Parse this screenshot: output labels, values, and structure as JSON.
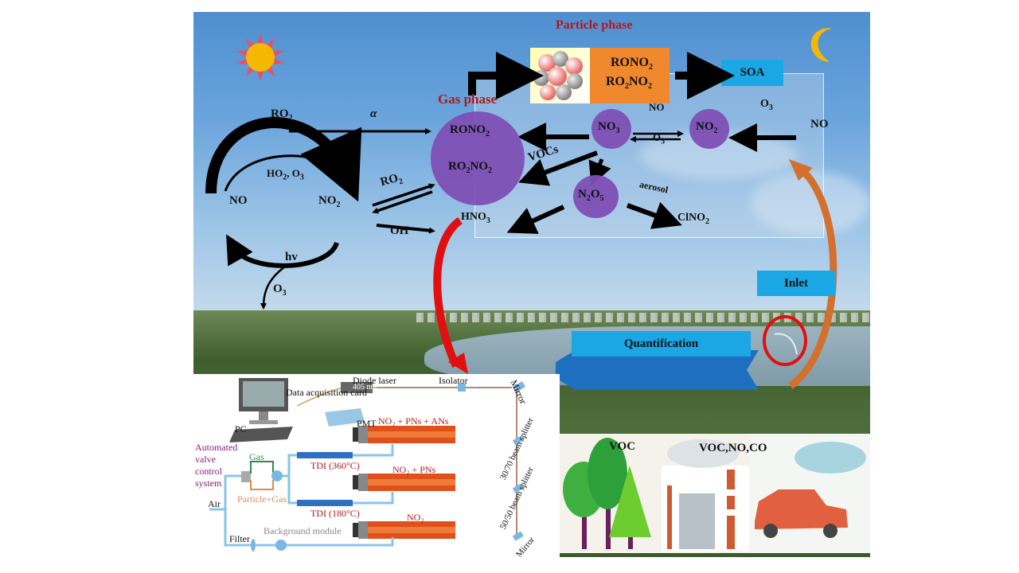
{
  "diagram": {
    "background": "Photo of sky over lake and forest (measurement site)",
    "day_icon": "sun-icon",
    "night_icon": "moon-icon",
    "labels": {
      "particle_phase": "Particle phase",
      "gas_phase": "Gas phase",
      "soa": "SOA",
      "inlet": "Inlet",
      "quantification": "Quantification"
    },
    "daytime_cycle": {
      "ro2": "RO",
      "ro2_sub": "2",
      "alpha": "α",
      "ho2_o3": "HO",
      "ho2_o3_sub": "2",
      "ho2_o3_tail": ", O",
      "ho2_o3_tail_sub": "3",
      "no": "NO",
      "no2": "NO",
      "no2_sub": "2",
      "hv": "hv",
      "o3": "O",
      "o3_sub": "3",
      "ro2_right": "RO",
      "ro2_right_sub": "2",
      "oh": "OH"
    },
    "gas_phase_species": {
      "rono2": "RONO",
      "rono2_sub": "2",
      "ro2no2_a": "RO",
      "ro2no2_sub1": "2",
      "ro2no2_b": "NO",
      "ro2no2_sub2": "2",
      "hno3": "HNO",
      "hno3_sub": "3"
    },
    "particle_species": {
      "rono2": "RONO",
      "rono2_sub": "2",
      "ro2no2_a": "RO",
      "ro2no2_sub1": "2",
      "ro2no2_b": "NO",
      "ro2no2_sub2": "2"
    },
    "nighttime_chemistry": {
      "no3": "NO",
      "no3_sub": "3",
      "no2": "NO",
      "no2_sub": "2",
      "no_top": "NO",
      "o3_bottom": "O",
      "o3_bottom_sub": "3",
      "o3_top": "O",
      "o3_top_sub": "3",
      "no_right": "NO",
      "vocs": "VOCs",
      "n2o5_a": "N",
      "n2o5_sub1": "2",
      "n2o5_b": "O",
      "n2o5_sub2": "5",
      "aerosol": "aerosol",
      "clno2": "ClNO",
      "clno2_sub": "2"
    },
    "instrument": {
      "pc": "PC",
      "data_acquisition_card": "Data acquisition card",
      "diode_laser": "Diode laser",
      "wavelength": "405 nm",
      "isolator": "Isolator",
      "mirror_top": "Mirror",
      "mirror_bottom": "Mirror",
      "pmt": "PMT",
      "channel_1": "NO₂ + PNs + ANs",
      "channel_2": "NO₂ + PNs",
      "channel_3": "NO₂",
      "beam_splitter_1": "30/70 beam splitter",
      "beam_splitter_2": "50/50 beam splitter",
      "valve_system": [
        "Automated",
        "valve",
        "control",
        "system"
      ],
      "gas": "Gas",
      "particle_gas": "Particle+Gas",
      "air": "Air",
      "tdi_360": "TDI (360°C)",
      "tdi_180": "TDI (180°C)",
      "filter": "Filter",
      "background_module": "Background module"
    },
    "sources": {
      "biogenic": "VOC",
      "industrial": "VOC,NO,CO"
    },
    "colors": {
      "species_circle": "#7e4fb5",
      "label_box": "#1aa7e4",
      "particle_box": "#f0892e",
      "phase_title": "#b01a1a",
      "red_arrow": "#e01010",
      "orange_arrow": "#d4702e",
      "sun": "#f5b800",
      "sun_rays": "#e8506a",
      "moon": "#f5b800"
    }
  }
}
